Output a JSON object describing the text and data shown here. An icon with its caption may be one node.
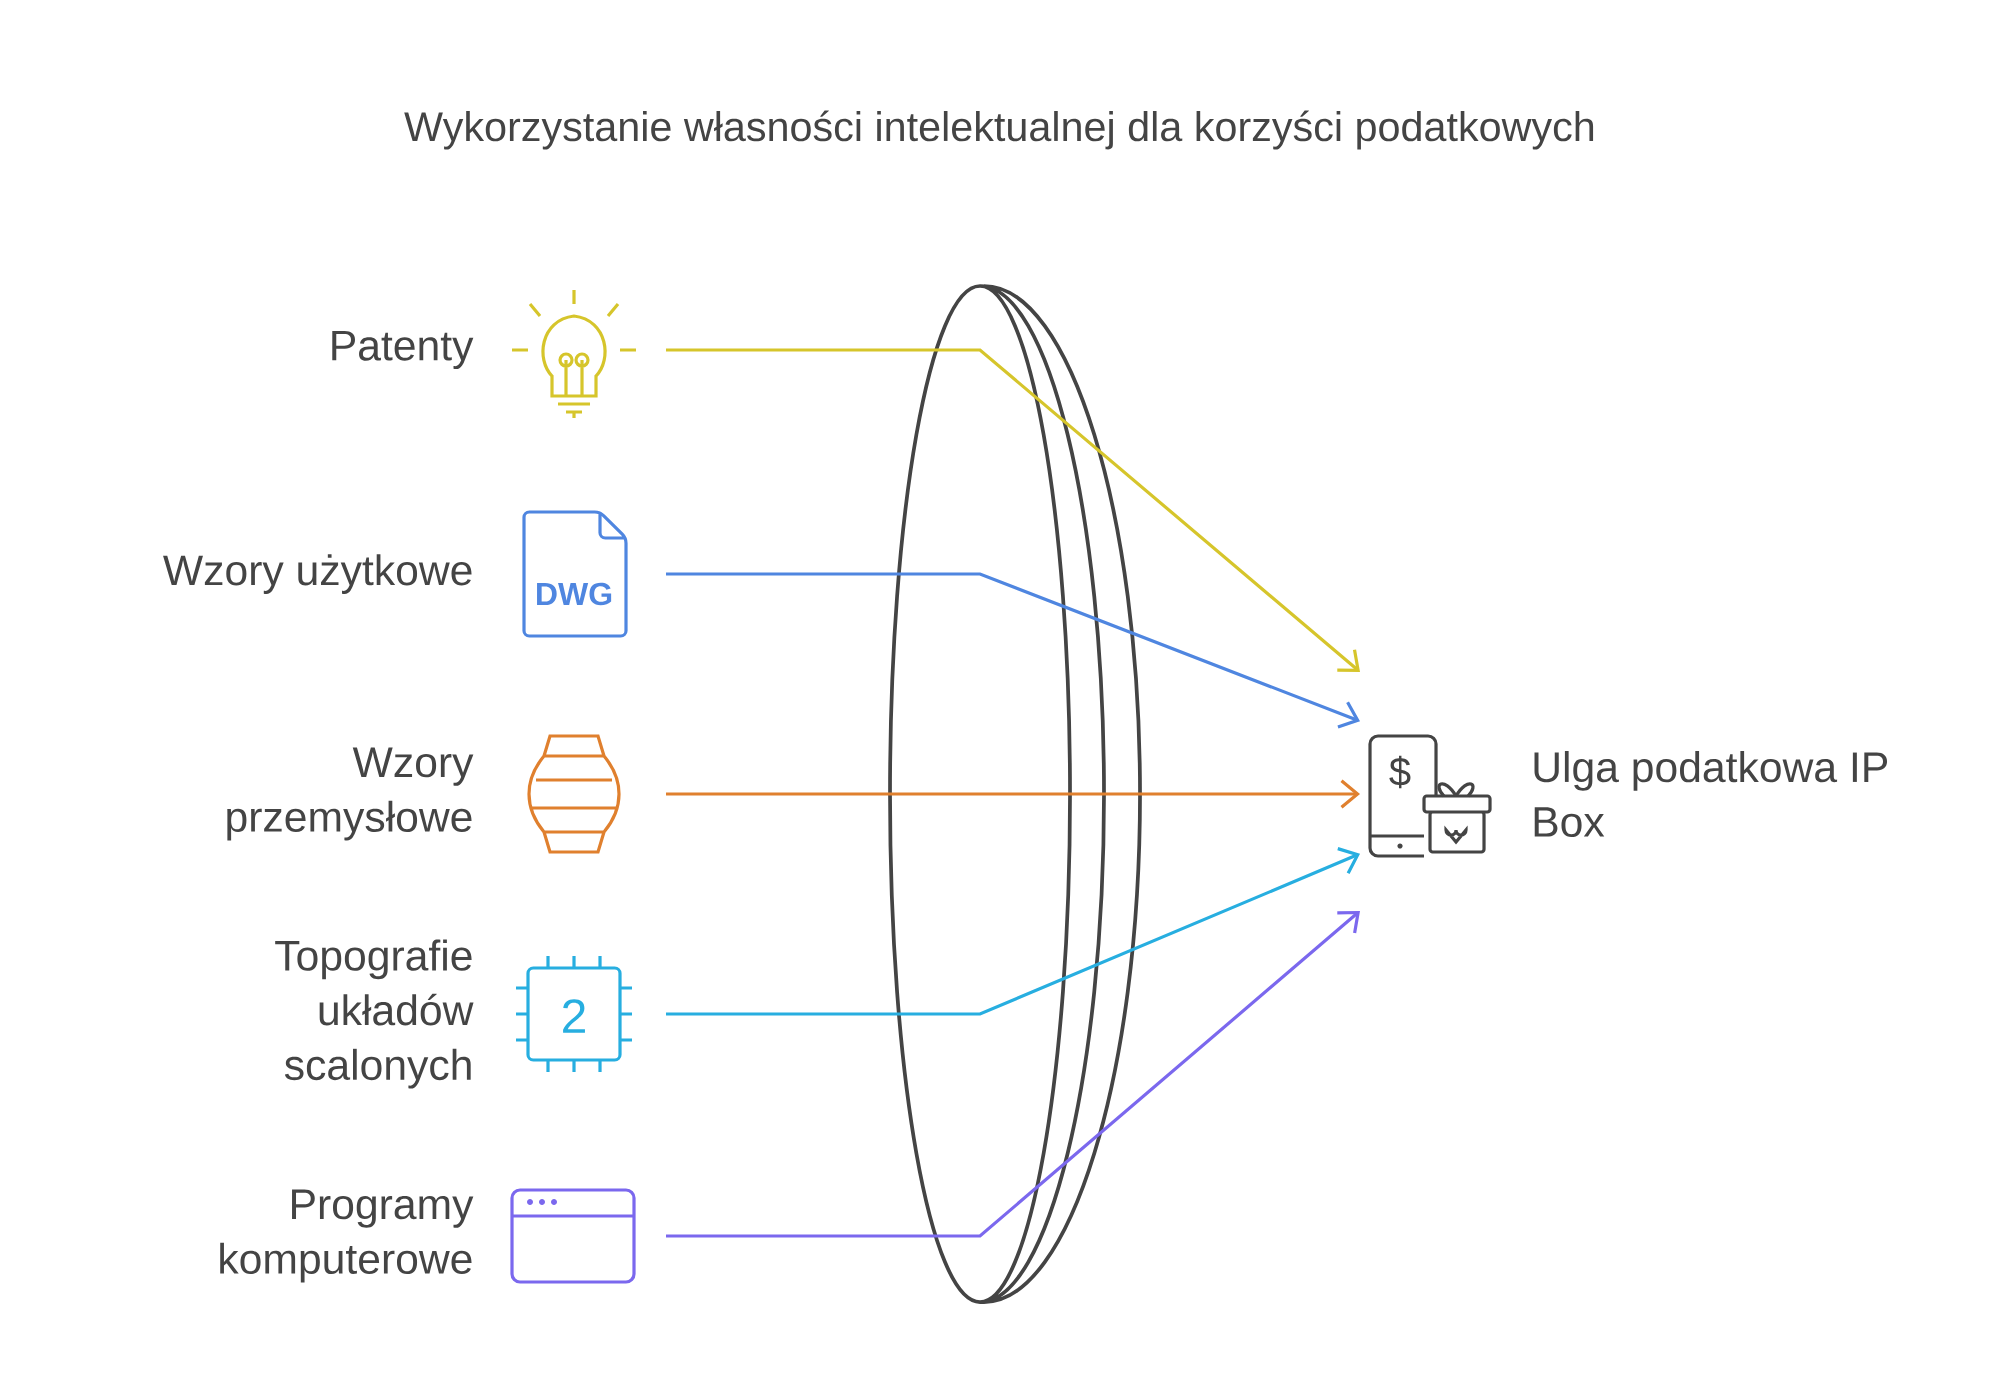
{
  "diagram": {
    "title": "Wykorzystanie własności intelektualnej dla korzyści podatkowych",
    "nodes": [
      {
        "text": [
          "Patenty"
        ]
      },
      {
        "text": [
          "Wzory użytkowe"
        ]
      },
      {
        "text": [
          "Wzory przemysłowe"
        ]
      },
      {
        "text": [
          "Topografie układów scalonych"
        ]
      },
      {
        "text": [
          "Programy komputerowe"
        ]
      },
      {
        "text": [
          "Ulga podatkowa IP Box"
        ]
      }
    ],
    "edges": [
      {
        "from": 0,
        "to": 5,
        "arrow": "to",
        "color": "#d6c52b"
      },
      {
        "from": 1,
        "to": 5,
        "arrow": "to",
        "color": "#4f86e0"
      },
      {
        "from": 2,
        "to": 5,
        "arrow": "to",
        "color": "#e0802e"
      },
      {
        "from": 3,
        "to": 5,
        "arrow": "to",
        "color": "#27aee0"
      },
      {
        "from": 4,
        "to": 5,
        "arrow": "to",
        "color": "#7b68ee"
      }
    ],
    "labels": [
      "DWG",
      "$",
      "2"
    ]
  }
}
